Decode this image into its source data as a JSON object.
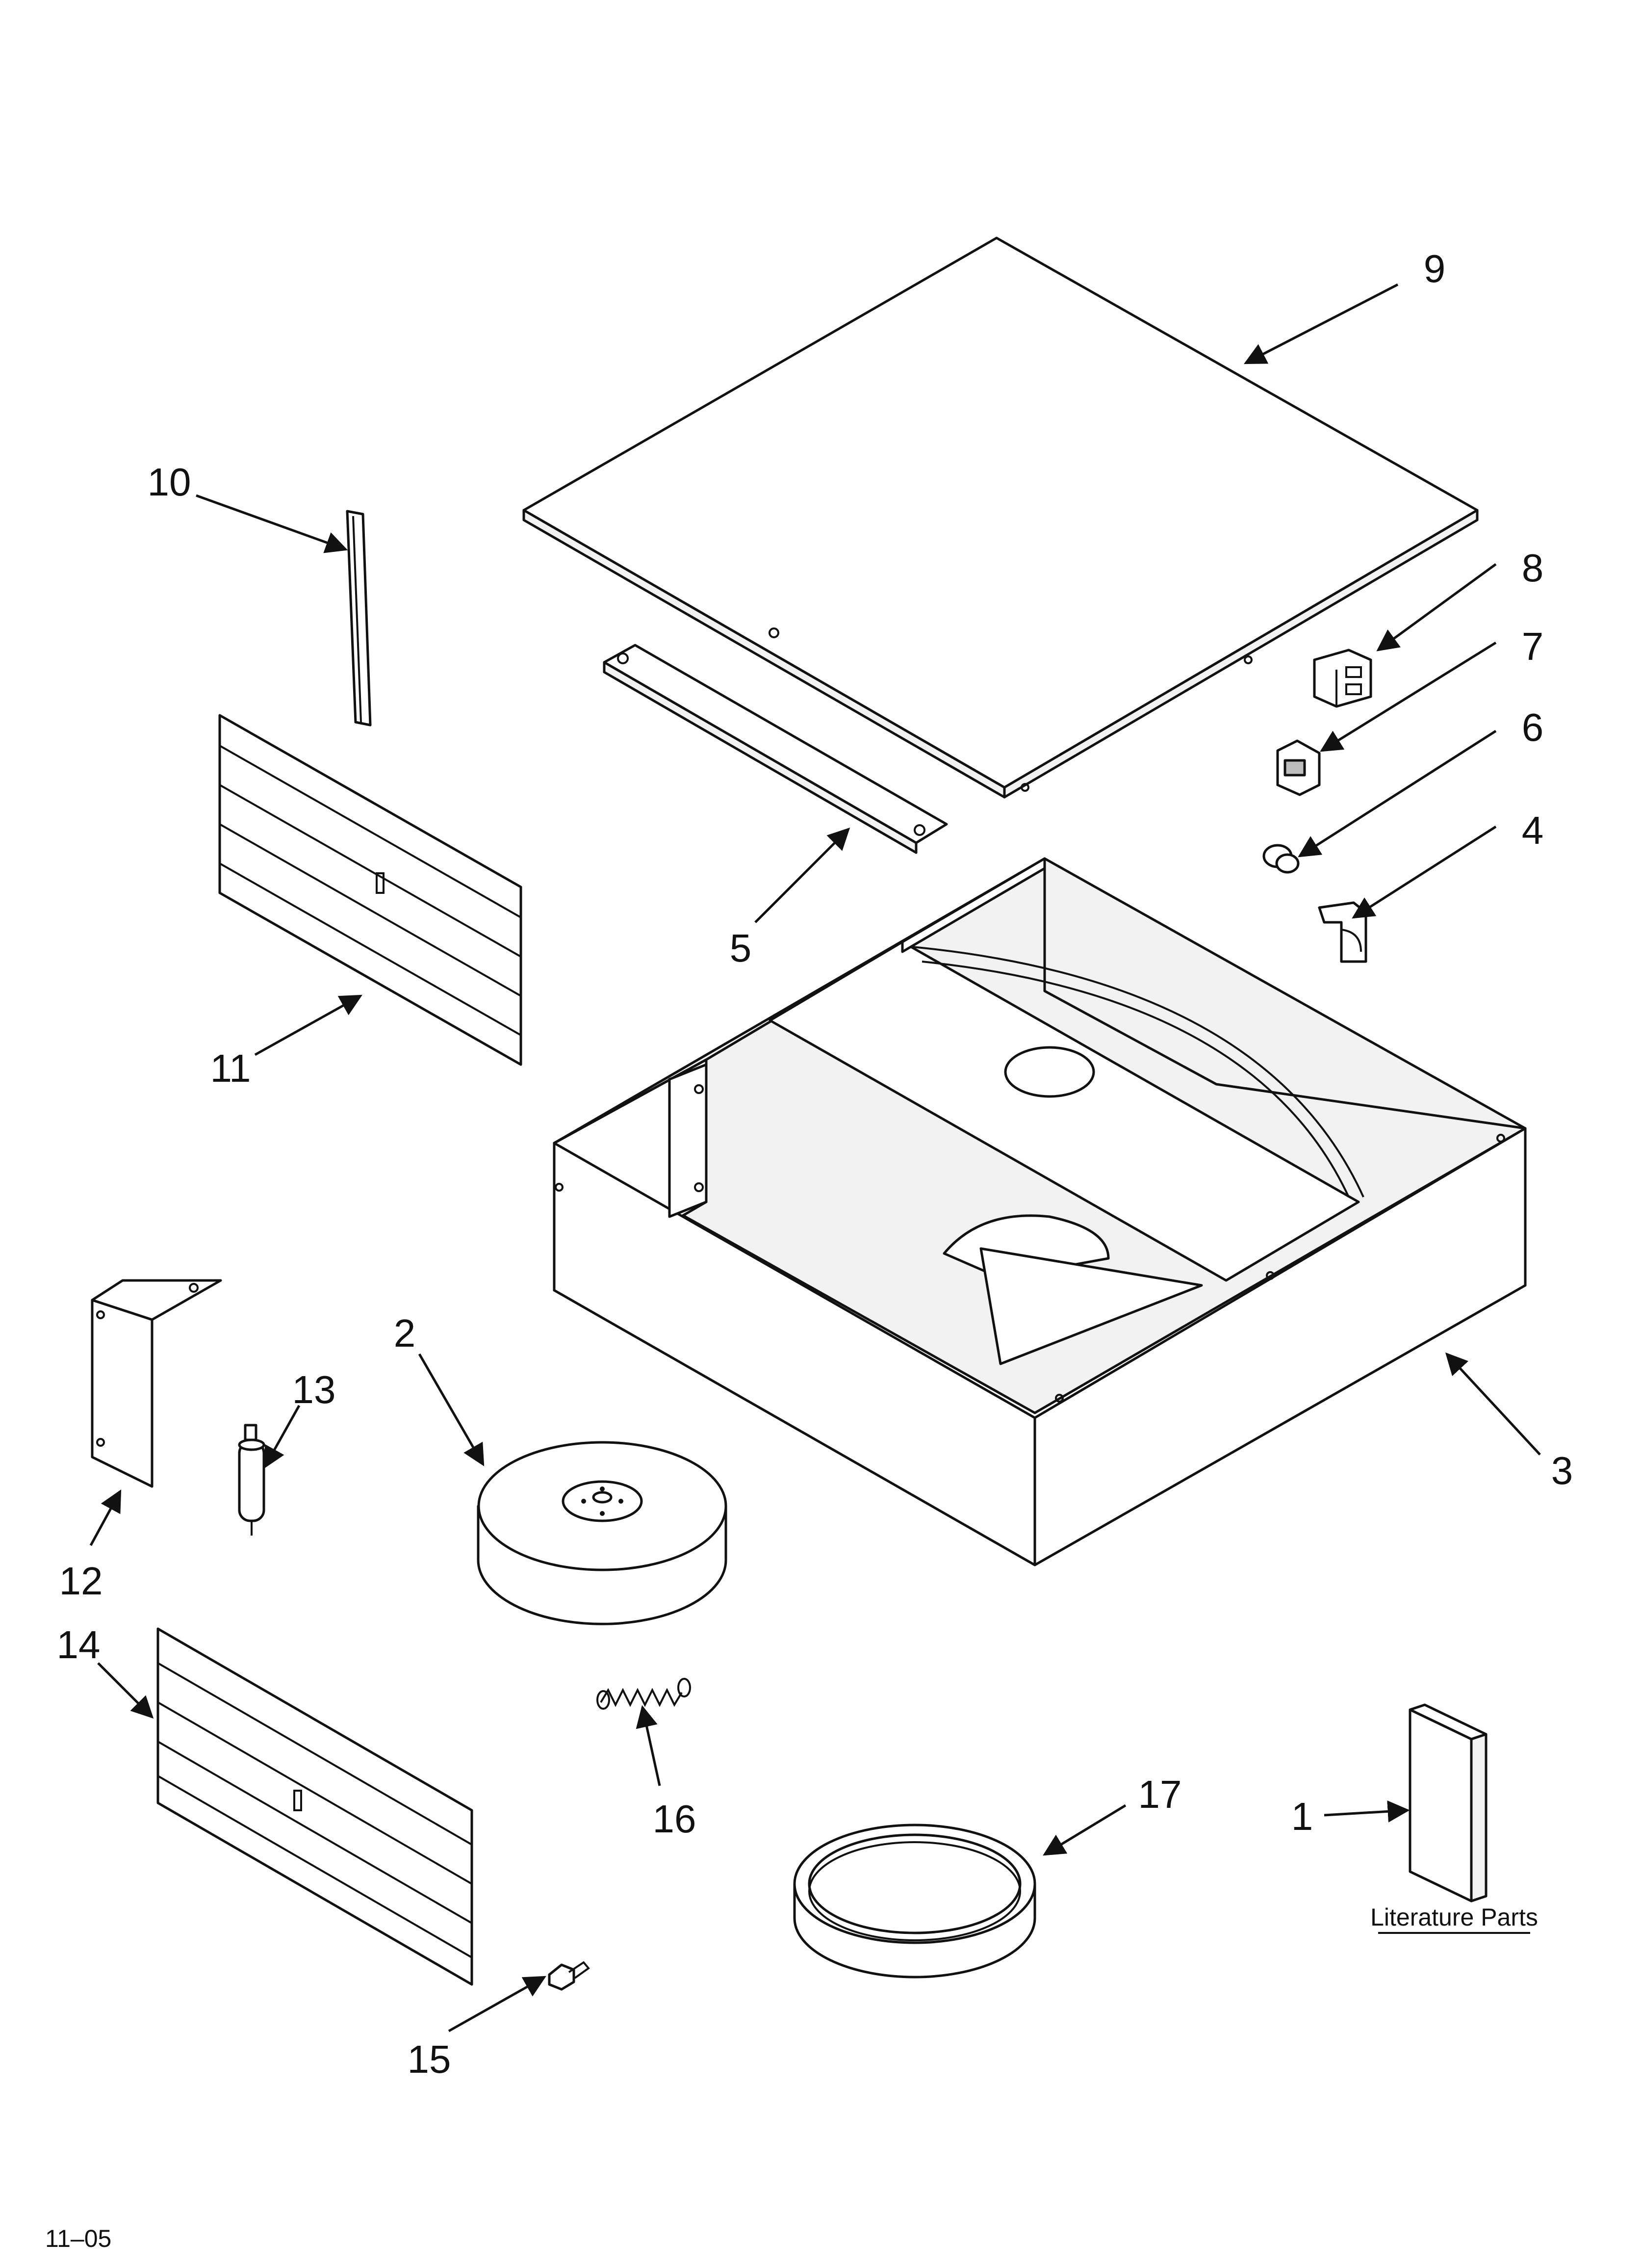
{
  "callouts": {
    "c1": "1",
    "c2": "2",
    "c3": "3",
    "c4": "4",
    "c5": "5",
    "c6": "6",
    "c7": "7",
    "c8": "8",
    "c9": "9",
    "c10": "10",
    "c11": "11",
    "c12": "12",
    "c13": "13",
    "c14": "14",
    "c15": "15",
    "c16": "16",
    "c17": "17"
  },
  "literature_label": "Literature Parts",
  "date_code": "11–05"
}
